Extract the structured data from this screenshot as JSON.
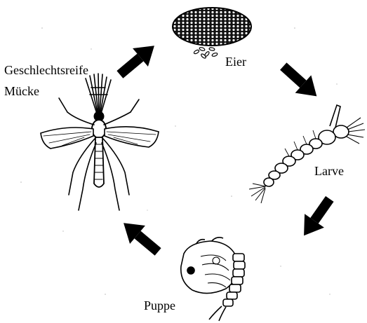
{
  "diagram": {
    "stages": {
      "adult_line1": "Geschlechtsreife",
      "adult_line2": "Mücke",
      "eggs": "Eier",
      "larva": "Larve",
      "pupa": "Puppe"
    },
    "colors": {
      "ink": "#000000",
      "background": "#ffffff"
    }
  }
}
